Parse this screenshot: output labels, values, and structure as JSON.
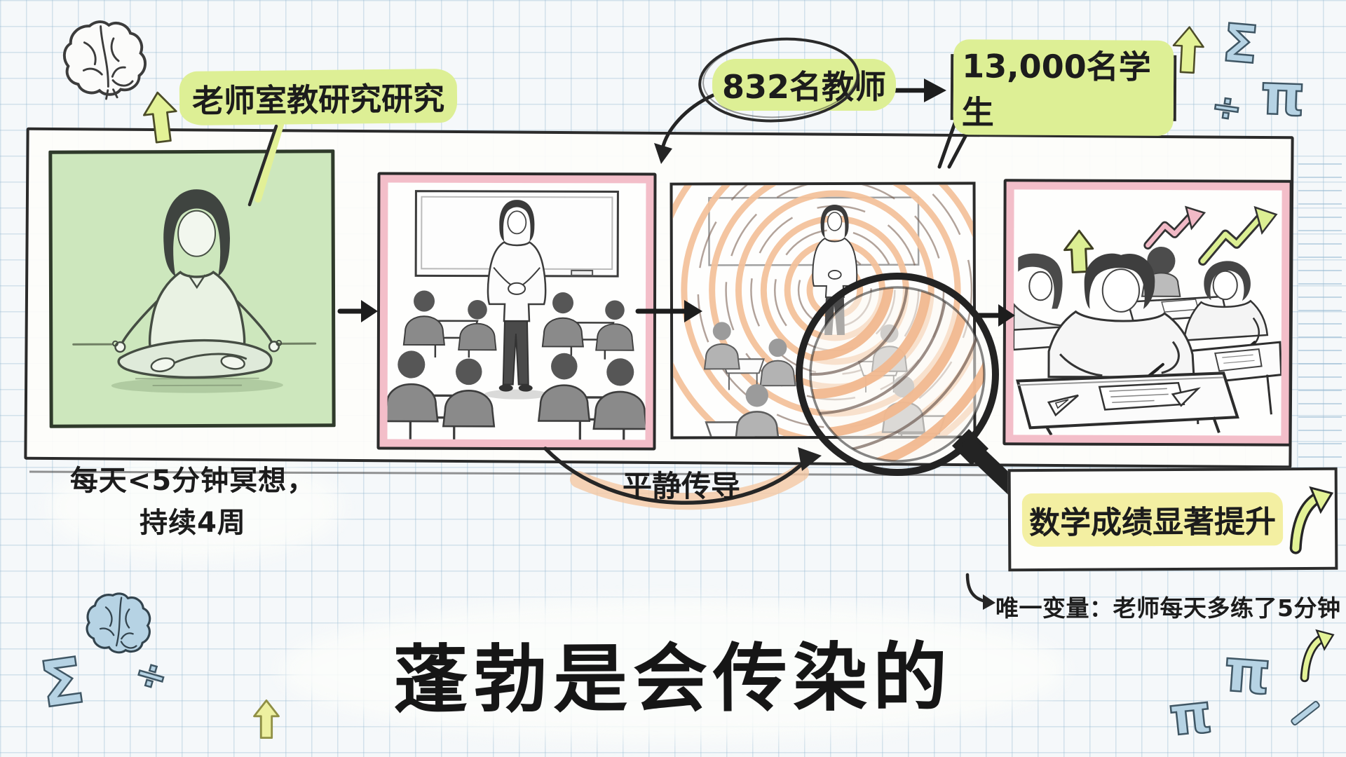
{
  "header": {
    "study_label": "老师室教研究研究",
    "teachers_count": "832名教师",
    "students_count": "13,000名学生"
  },
  "meditation": {
    "caption_line1": "每天<5分钟冥想，",
    "caption_line2": "持续4周"
  },
  "flow": {
    "calm_label": "平静传导"
  },
  "result": {
    "score_label": "数学成绩显著提升",
    "variable_note": "唯一变量：老师每天多练了5分钟"
  },
  "title": {
    "main": "蓬勃是会传染的"
  },
  "doodles": {
    "sigma": "Σ",
    "pi": "π",
    "divide": "÷"
  },
  "colors": {
    "highlight_green": "#ddef95",
    "highlight_yellow": "#f3efa2",
    "panel_green": "#cde7bd",
    "panel_pink": "#f3bec9",
    "ripple_orange": "#f4c29c",
    "doodle_blue": "#b6d3e4",
    "arrow_green": "#dcef93",
    "arrow_pink": "#f1b9c6",
    "ink": "#222222"
  }
}
